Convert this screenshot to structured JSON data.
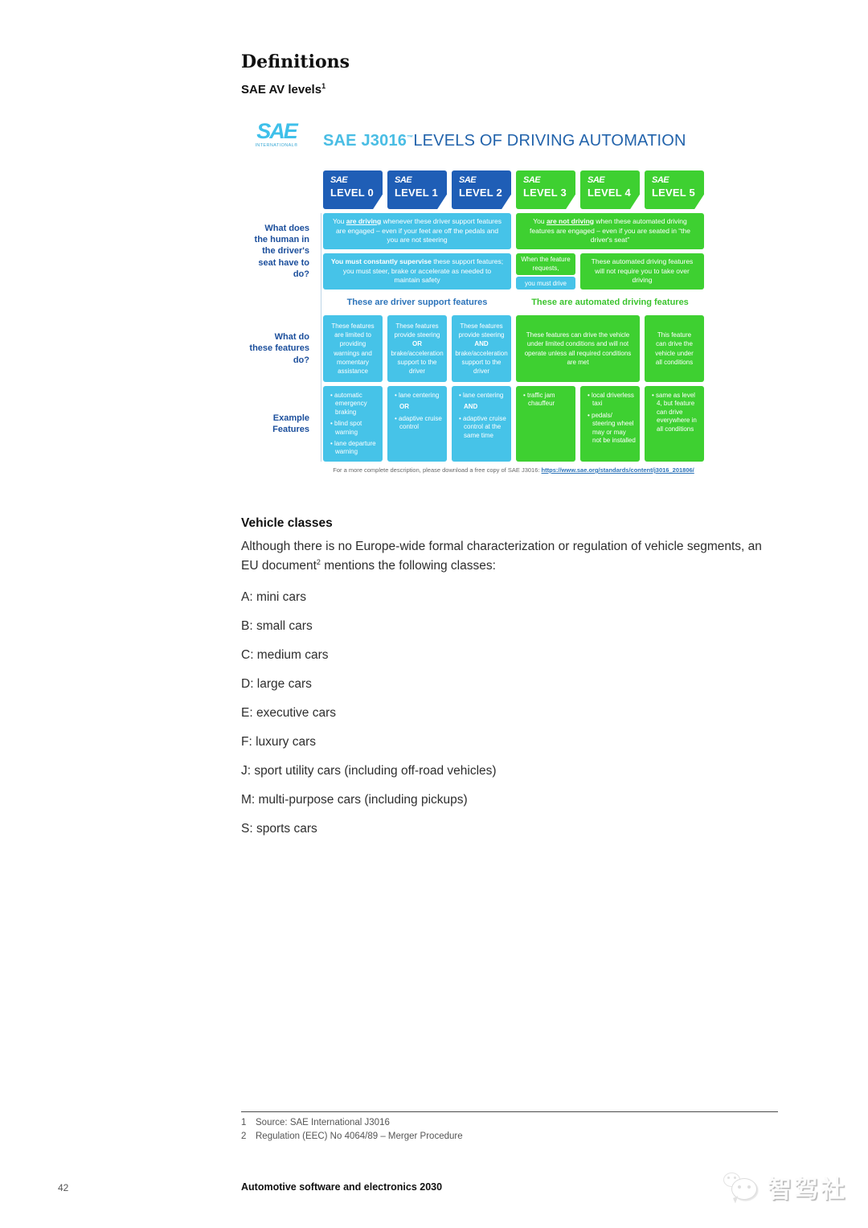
{
  "page": {
    "heading": "Definitions",
    "subheading": "SAE AV levels",
    "subheading_sup": "1"
  },
  "chart": {
    "colors": {
      "tab_blue": "#1f5eb6",
      "box_cyan": "#46c3e8",
      "green": "#3ed031",
      "title_blue": "#2263ab",
      "title_cyan": "#49bde4",
      "label_blue": "#1c4f9c"
    },
    "logo": {
      "text": "SAE",
      "subtext": "INTERNATIONAL®"
    },
    "title": {
      "brand": "SAE J3016",
      "tm": "™",
      "rest": "LEVELS OF DRIVING AUTOMATION"
    },
    "levels": {
      "sae": "SAE",
      "labels": [
        "LEVEL 0",
        "LEVEL 1",
        "LEVEL 2",
        "LEVEL 3",
        "LEVEL 4",
        "LEVEL 5"
      ]
    },
    "row_labels": {
      "human": "What does the human in the driver's seat have to do?",
      "features": "What do these features do?",
      "examples": "Example Features"
    },
    "row1": {
      "support": {
        "pre": "You ",
        "em": "are driving",
        "rest": " whenever these driver support features are engaged – even if your feet are off the pedals and you are not steering"
      },
      "automated": {
        "pre": "You ",
        "em": "are not driving",
        "rest": " when these automated driving features are engaged – even if you are seated in “the driver's seat”"
      }
    },
    "row2": {
      "support": {
        "em": "You must constantly supervise",
        "rest": " these support features; you must steer, brake or accelerate as needed to maintain safety"
      },
      "l3_top": "When the feature requests,",
      "l3_bottom": "you must drive",
      "automated": "These automated driving features will not require you to take over driving"
    },
    "section_heads": {
      "support": "These are driver support features",
      "automated": "These are automated driving features"
    },
    "row3": {
      "l0": "These features are limited to providing warnings and momentary assistance",
      "l1": {
        "pre": "These features provide steering ",
        "conj": "OR",
        "post": " brake/acceleration support to the driver"
      },
      "l2": {
        "pre": "These features provide steering ",
        "conj": "AND",
        "post": " brake/acceleration support to the driver"
      },
      "l34": "These features can drive the vehicle under limited conditions and will not operate unless all required conditions are met",
      "l5": "This feature can drive the vehicle under all conditions"
    },
    "row4": {
      "l0": [
        "• automatic emergency braking",
        "• blind spot warning",
        "• lane departure warning"
      ],
      "l1": [
        "• lane centering",
        "OR",
        "• adaptive cruise control"
      ],
      "l2": [
        "• lane centering",
        "AND",
        "• adaptive cruise control at the same time"
      ],
      "l3": [
        "• traffic jam chauffeur"
      ],
      "l4": [
        "• local driverless taxi",
        "• pedals/ steering wheel may or may not be installed"
      ],
      "l5": [
        "• same as level 4, but feature can drive everywhere in all conditions"
      ]
    },
    "footer": {
      "text": "For a more complete description, please download a free copy of SAE J3016: ",
      "link": "https://www.sae.org/standards/content/j3016_201806/"
    }
  },
  "vehicle_classes": {
    "heading": "Vehicle classes",
    "intro_pre": "Although there is no Europe-wide formal characterization or regulation of vehicle segments, an EU document",
    "intro_sup": "2",
    "intro_post": " mentions the following classes:",
    "items": [
      "A: mini cars",
      "B: small cars",
      "C: medium cars",
      "D: large cars",
      "E: executive cars",
      "F: luxury cars",
      "J: sport utility cars (including off-road vehicles)",
      "M: multi-purpose cars (including pickups)",
      "S: sports cars"
    ]
  },
  "footnotes": [
    {
      "num": "1",
      "text": "Source: SAE International J3016"
    },
    {
      "num": "2",
      "text": "Regulation (EEC) No 4064/89 – Merger Procedure"
    }
  ],
  "page_footer": {
    "page_number": "42",
    "doc_title": "Automotive software and electronics 2030"
  },
  "watermark": {
    "text": "智驾社"
  }
}
